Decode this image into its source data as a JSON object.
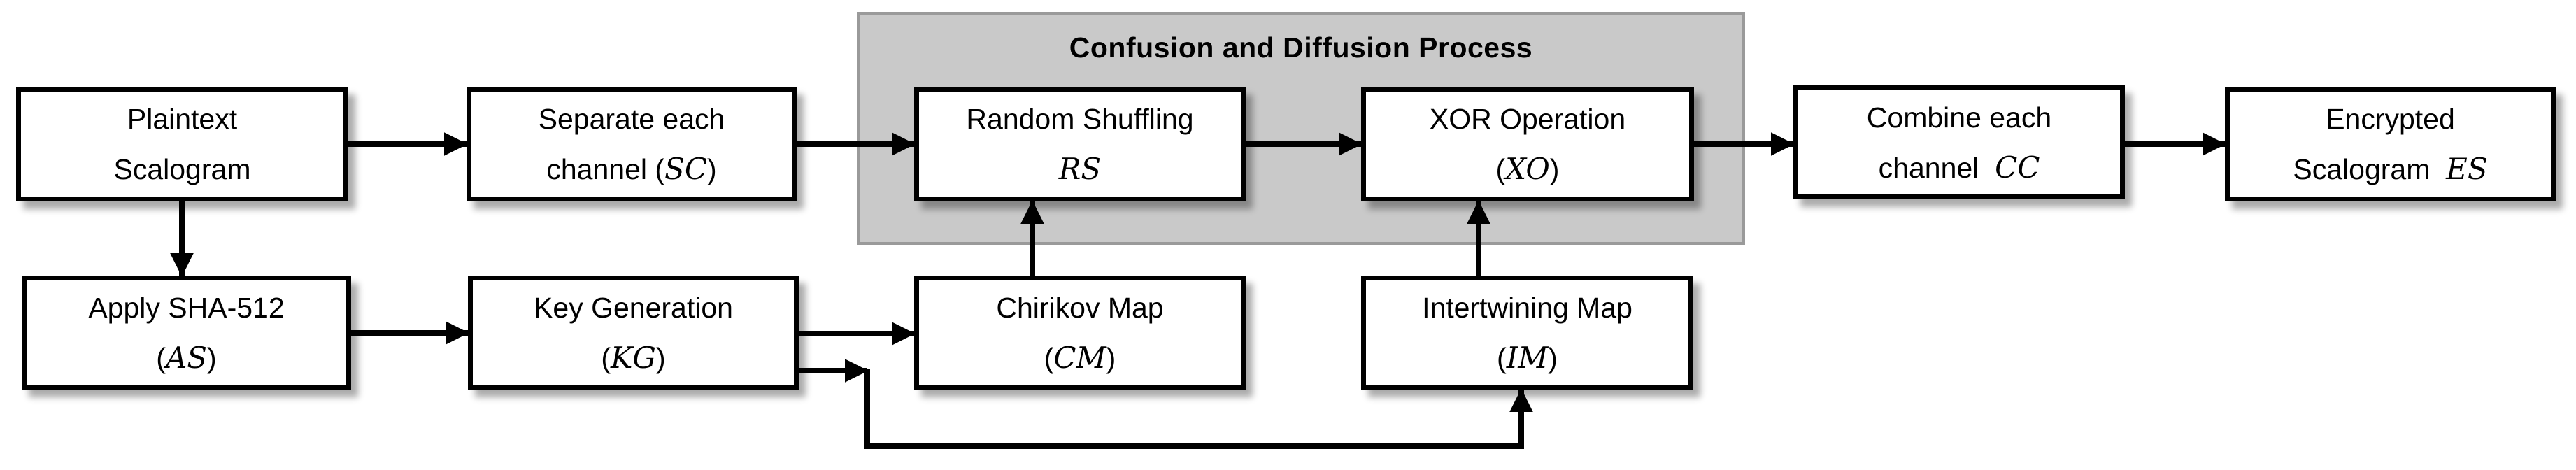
{
  "diagram": {
    "title": "Confusion and Diffusion Process",
    "colors": {
      "background": "#ffffff",
      "panel_fill": "#c9c9c9",
      "panel_border": "#9a9a9a",
      "box_fill": "#ffffff",
      "box_border": "#000000",
      "arrow": "#000000",
      "text": "#000000"
    }
  },
  "boxes": [
    {
      "id": "plaintext-scalogram",
      "l1": "Plaintext",
      "l2a": "Scalogram",
      "l2m": "",
      "l2b": ""
    },
    {
      "id": "separate-each-channel",
      "l1": "Separate each",
      "l2a": "channel (",
      "l2m": "SC",
      "l2b": ")"
    },
    {
      "id": "random-shuffling",
      "l1": "Random Shuffling",
      "l2a": "",
      "l2m": "RS",
      "l2b": ""
    },
    {
      "id": "xor-operation",
      "l1": "XOR Operation",
      "l2a": "(",
      "l2m": "XO",
      "l2b": ")"
    },
    {
      "id": "combine-each-channel",
      "l1": "Combine each",
      "l2a": "channel  ",
      "l2m": "CC",
      "l2b": ""
    },
    {
      "id": "encrypted-scalogram",
      "l1": "Encrypted",
      "l2a": "Scalogram  ",
      "l2m": "ES",
      "l2b": ""
    },
    {
      "id": "apply-sha-512",
      "l1": "Apply SHA-512",
      "l2a": "(",
      "l2m": "AS",
      "l2b": ")"
    },
    {
      "id": "key-generation",
      "l1": "Key Generation",
      "l2a": "(",
      "l2m": "KG",
      "l2b": ")"
    },
    {
      "id": "chirikov-map",
      "l1": "Chirikov Map",
      "l2a": "(",
      "l2m": "CM",
      "l2b": ")"
    },
    {
      "id": "intertwining-map",
      "l1": "Intertwining Map",
      "l2a": "(",
      "l2m": "IM",
      "l2b": ")"
    }
  ],
  "edges": [
    {
      "from": "plaintext-scalogram",
      "to": "separate-each-channel"
    },
    {
      "from": "separate-each-channel",
      "to": "random-shuffling"
    },
    {
      "from": "random-shuffling",
      "to": "xor-operation"
    },
    {
      "from": "xor-operation",
      "to": "combine-each-channel"
    },
    {
      "from": "combine-each-channel",
      "to": "encrypted-scalogram"
    },
    {
      "from": "plaintext-scalogram",
      "to": "apply-sha-512"
    },
    {
      "from": "apply-sha-512",
      "to": "key-generation"
    },
    {
      "from": "key-generation",
      "to": "chirikov-map"
    },
    {
      "from": "key-generation",
      "to": "intertwining-map"
    },
    {
      "from": "chirikov-map",
      "to": "random-shuffling"
    },
    {
      "from": "intertwining-map",
      "to": "xor-operation"
    }
  ]
}
